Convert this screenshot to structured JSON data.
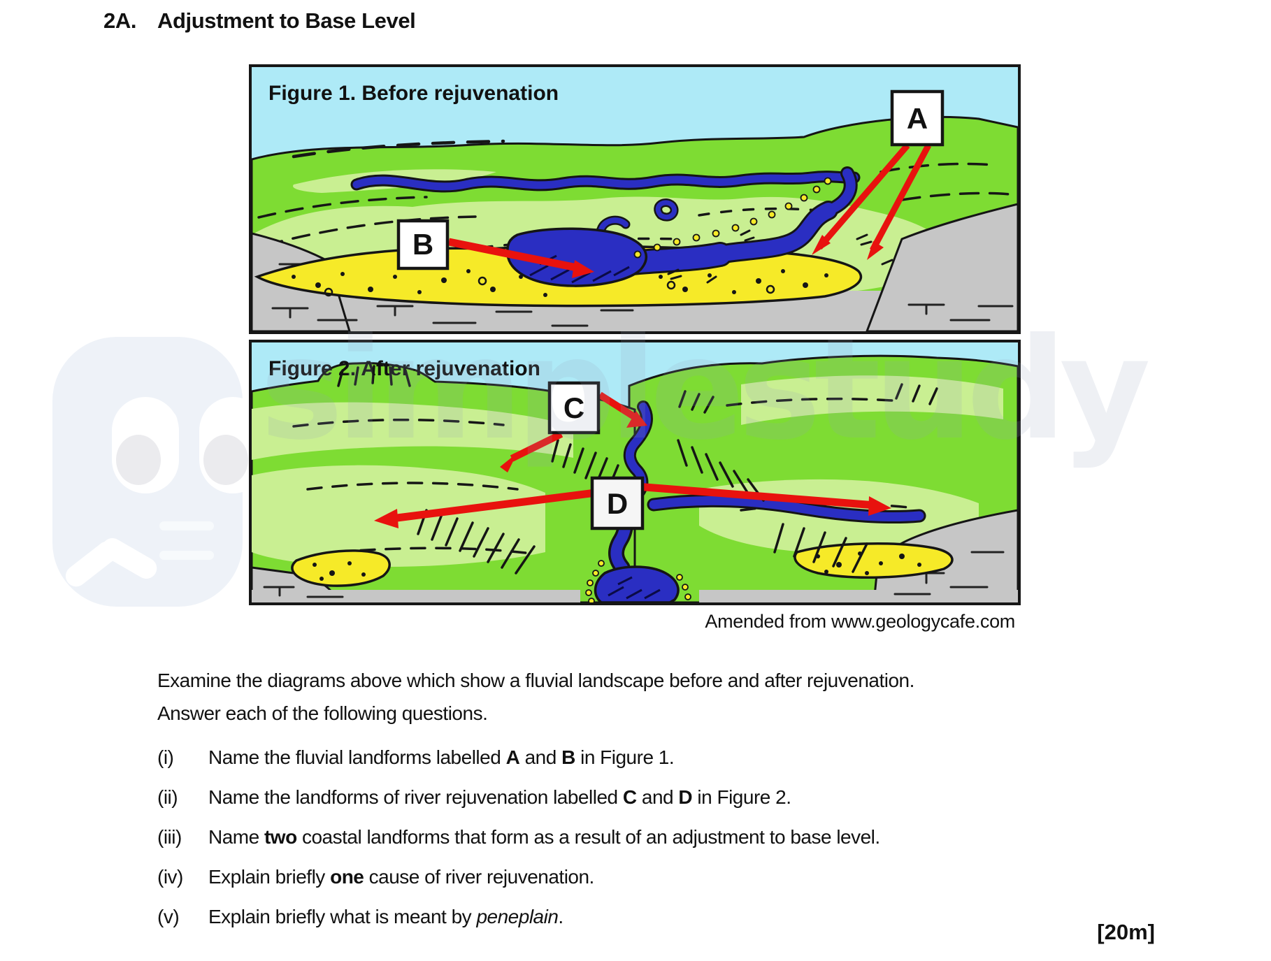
{
  "page": {
    "section_number": "2A.",
    "section_title": "Adjustment to Base Level",
    "attribution": "Amended from www.geologycafe.com",
    "marks": "[20m]"
  },
  "figure1": {
    "title": "Figure 1. Before rejuvenation",
    "labels": {
      "a": "A",
      "b": "B"
    }
  },
  "figure2": {
    "title": "Figure 2. After rejuvenation",
    "labels": {
      "c": "C",
      "d": "D"
    }
  },
  "instructions": {
    "line1": "Examine the diagrams above which show a fluvial landscape before and after rejuvenation.",
    "line2": "Answer each of the following questions."
  },
  "questions": [
    {
      "num": "(i)",
      "segments": [
        {
          "t": "Name the fluvial landforms labelled "
        },
        {
          "t": "A",
          "b": true
        },
        {
          "t": " and "
        },
        {
          "t": "B",
          "b": true
        },
        {
          "t": " in Figure 1."
        }
      ]
    },
    {
      "num": "(ii)",
      "segments": [
        {
          "t": "Name the landforms of river rejuvenation labelled "
        },
        {
          "t": "C",
          "b": true
        },
        {
          "t": " and "
        },
        {
          "t": "D",
          "b": true
        },
        {
          "t": " in Figure 2."
        }
      ]
    },
    {
      "num": "(iii)",
      "segments": [
        {
          "t": "Name "
        },
        {
          "t": "two",
          "b": true
        },
        {
          "t": " coastal landforms that form as a result of an adjustment to base level."
        }
      ]
    },
    {
      "num": "(iv)",
      "segments": [
        {
          "t": "Explain briefly "
        },
        {
          "t": "one",
          "b": true
        },
        {
          "t": " cause of river rejuvenation."
        }
      ]
    },
    {
      "num": "(v)",
      "segments": [
        {
          "t": "Explain briefly what is meant by "
        },
        {
          "t": "peneplain",
          "i": true
        },
        {
          "t": "."
        }
      ]
    }
  ],
  "watermark": {
    "text": "simplestudy"
  },
  "colors": {
    "sky": "#aeeaf7",
    "grass_bright": "#7edc33",
    "grass_light": "#c9ef92",
    "river": "#2a2ec2",
    "gravel": "#f6ea28",
    "bedrock": "#c6c6c6",
    "outline": "#151515",
    "arrow_red": "#e8120e"
  }
}
